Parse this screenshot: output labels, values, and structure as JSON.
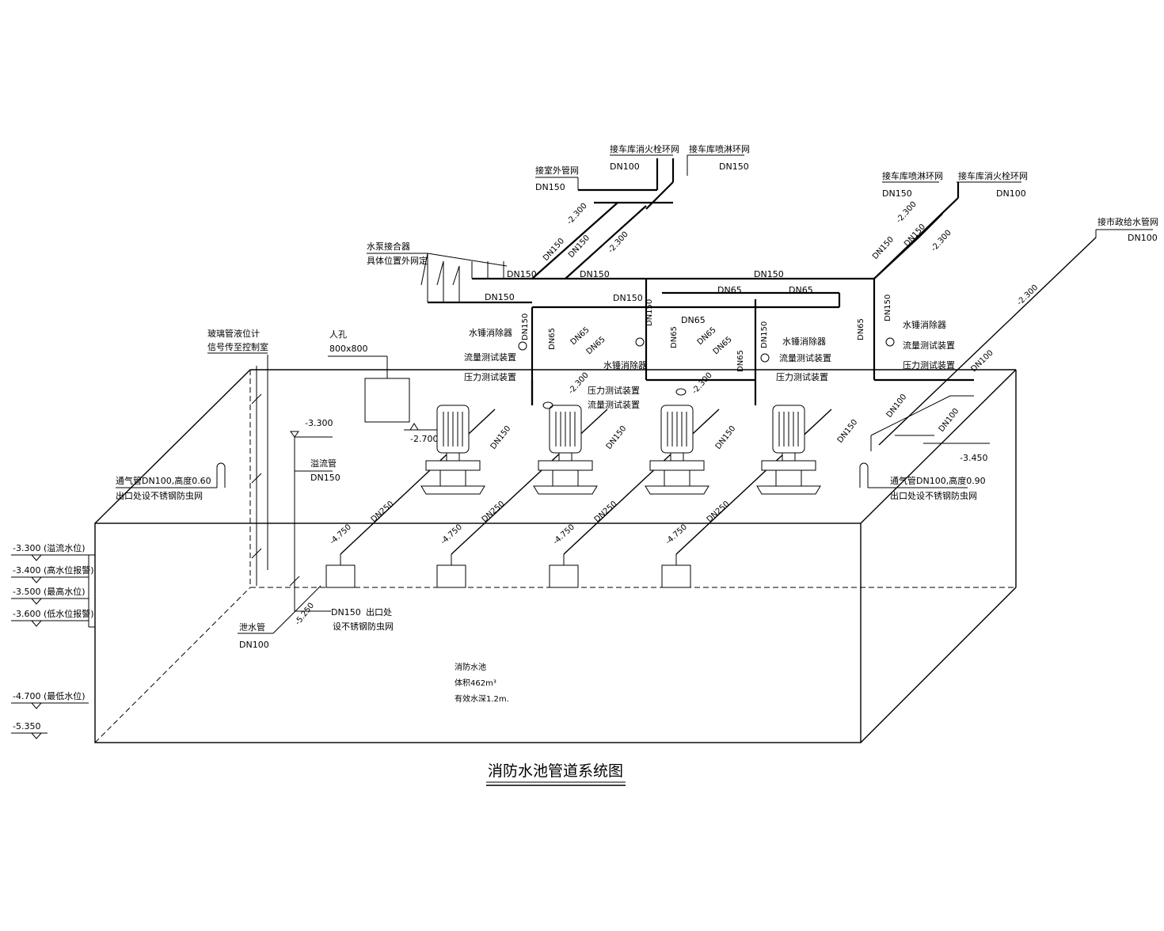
{
  "title": "消防水池管道系统图",
  "top_connections": {
    "indoor_outer_pipe": "接室外管网",
    "garage_hydrant_ring": "接车库消火栓环网",
    "garage_sprinkler_ring": "接车库喷淋环网",
    "garage_sprinkler_ring_2": "接车库喷淋环网",
    "garage_hydrant_ring_2": "接车库消火栓环网",
    "municipal_supply": "接市政给水管网"
  },
  "labels": {
    "pump_adapter_1": "水泵接合器",
    "pump_adapter_2": "具体位置外网定",
    "glass_level_1": "玻璃管液位计",
    "glass_level_2": "信号传至控制室",
    "manhole": "人孔",
    "manhole_size": "800x800",
    "water_hammer": "水锤消除器",
    "flow_test": "流量测试装置",
    "pressure_test": "压力测试装置",
    "overflow": "溢流管",
    "vent_1": "通气管DN100,高度0.60",
    "vent_1b": "出口处设不锈钢防虫网",
    "vent_2": "通气管DN100,高度0.90",
    "vent_2b": "出口处设不锈钢防虫网",
    "drain": "泄水管",
    "outlet": "出口处",
    "outlet_net": "设不锈钢防虫网",
    "pool_name": "消防水池",
    "pool_volume": "体积462m³",
    "pool_depth": "有效水深1.2m."
  },
  "dn": {
    "dn100": "DN100",
    "dn150": "DN150",
    "dn65": "DN65",
    "dn250": "DN250"
  },
  "elevations": {
    "e_2300": "-2.300",
    "e_2700": "-2.700",
    "e_3300": "-3.300",
    "e_3450": "-3.450",
    "e_4750": "-4.750",
    "e_5250": "-5.250",
    "e_5350": "-5.350"
  },
  "water_levels": {
    "l1": "-3.300 (溢流水位)",
    "l2": "-3.400 (高水位报警)",
    "l3": "-3.500 (最高水位)",
    "l4": "-3.600 (低水位报警)",
    "l5": "-4.700 (最低水位)",
    "l6": "-5.350"
  }
}
